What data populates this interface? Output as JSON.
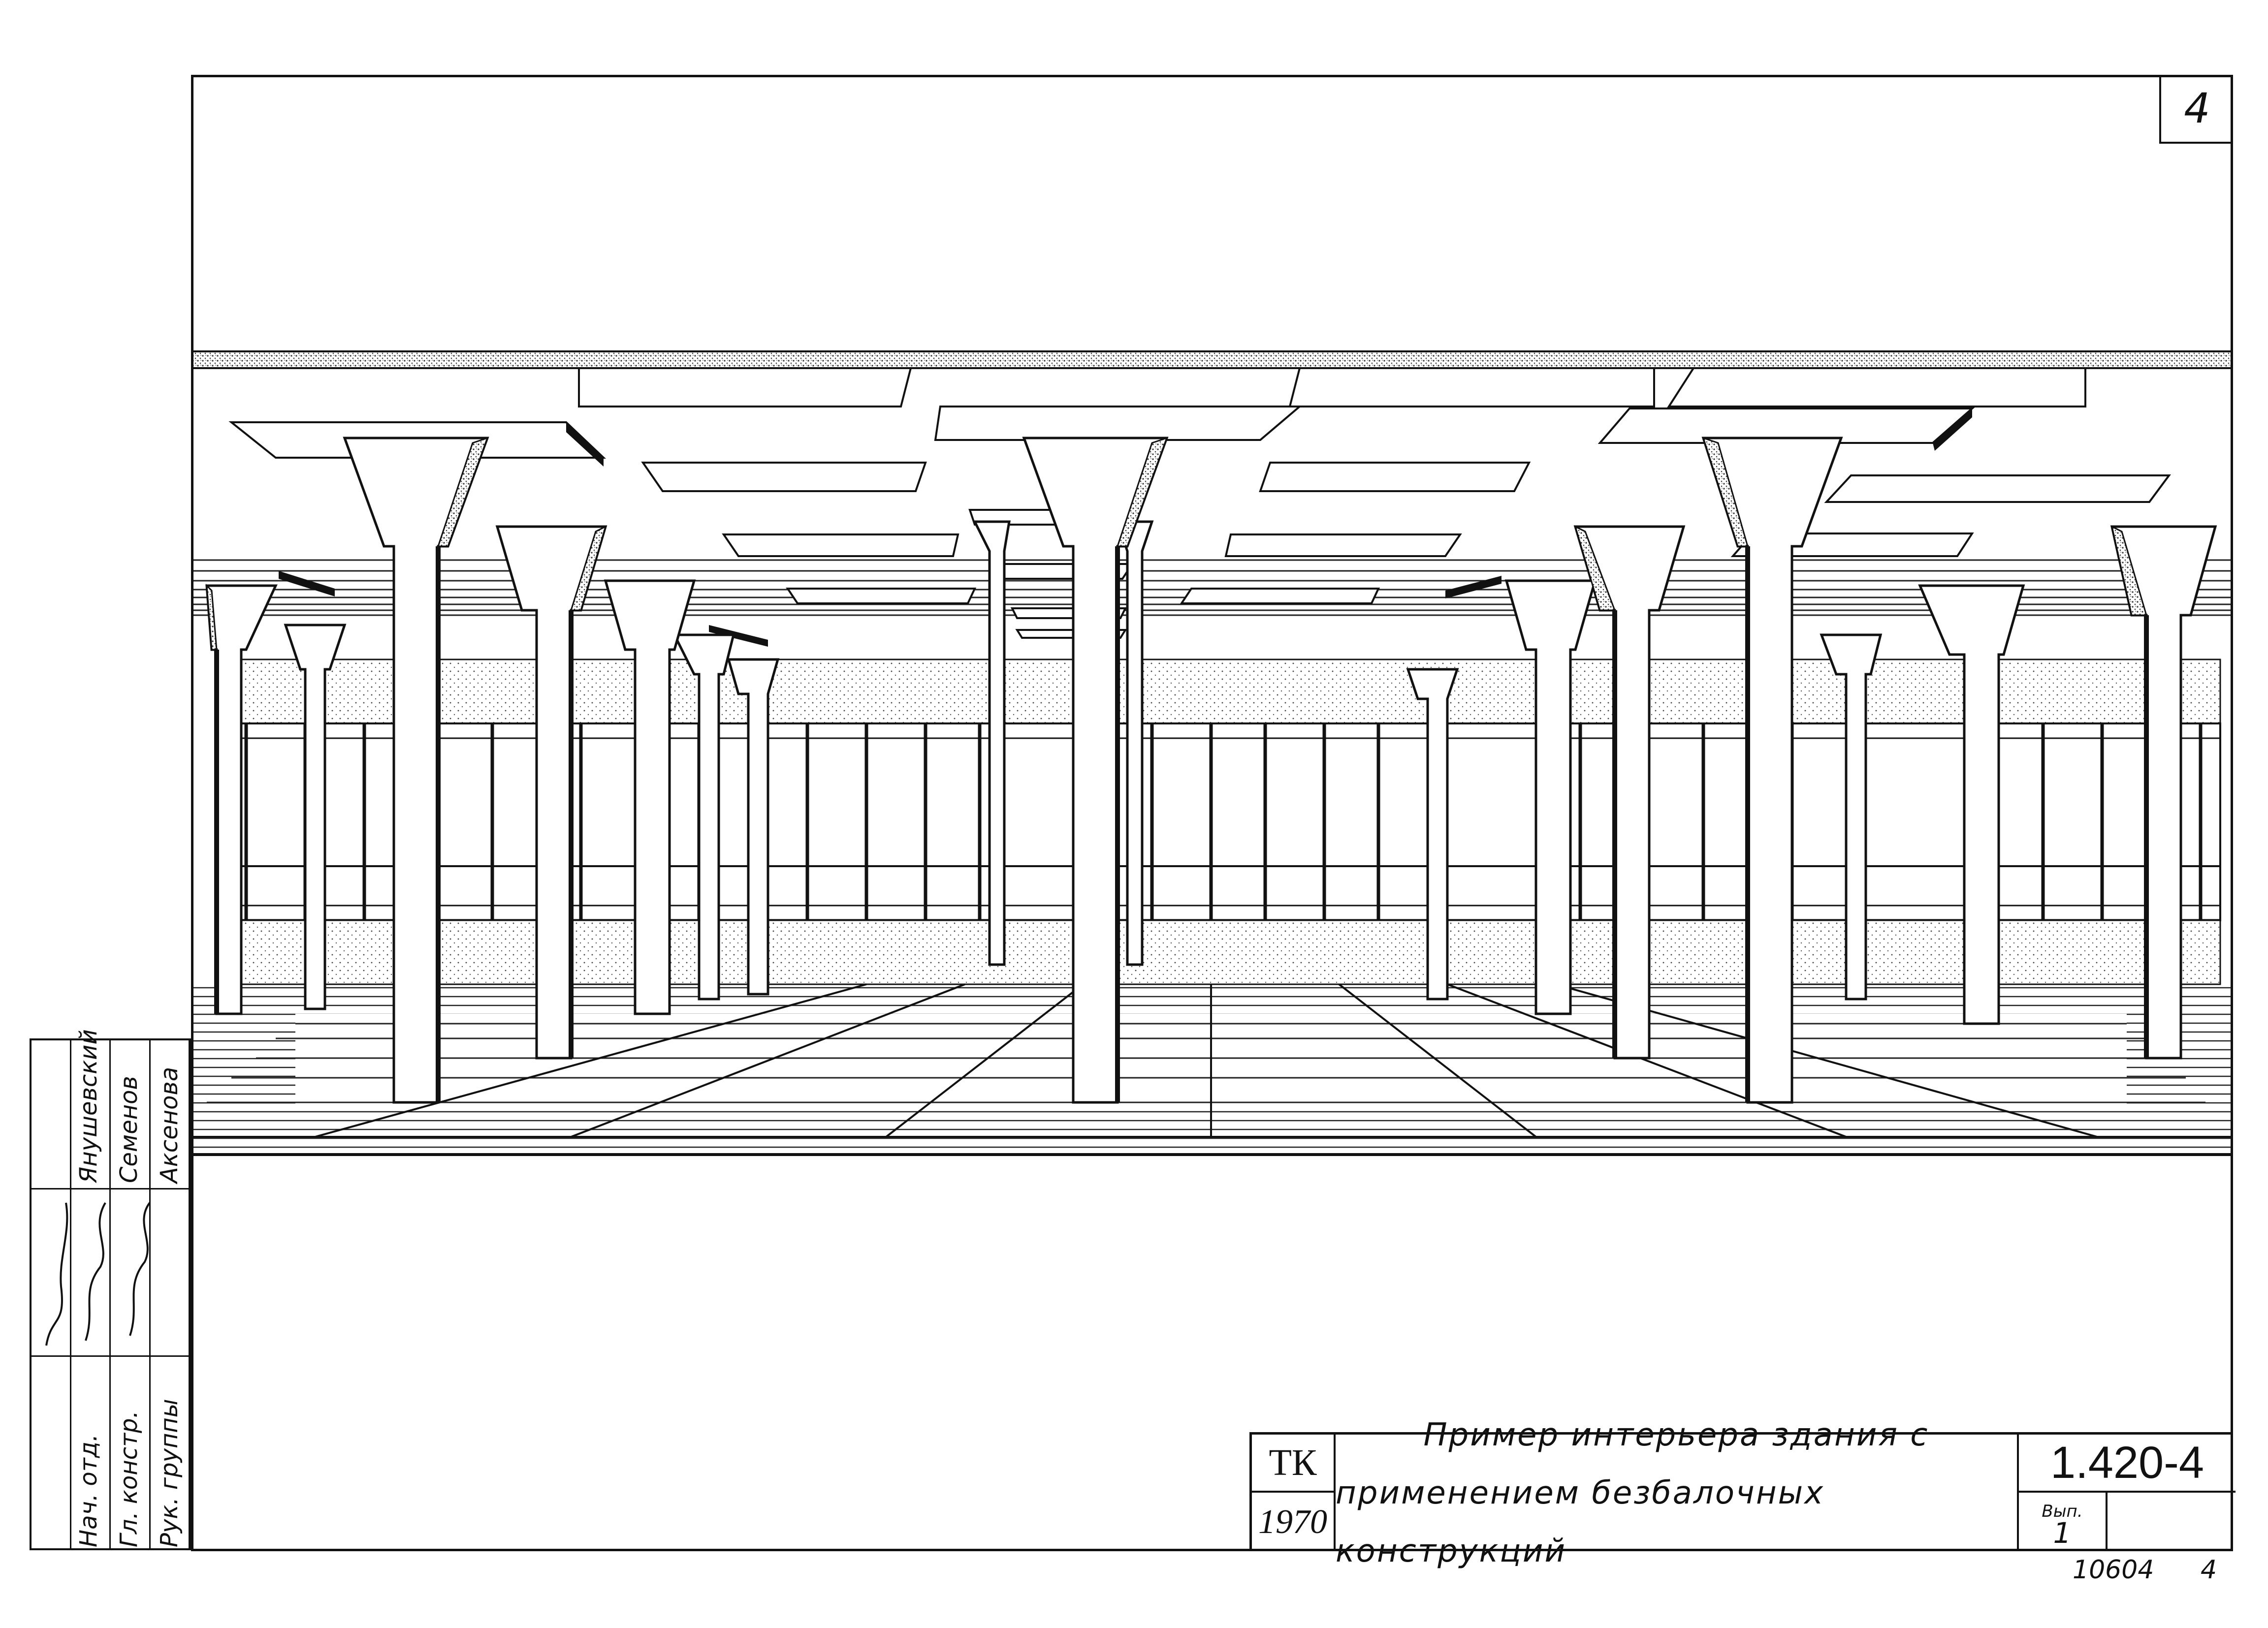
{
  "sheet": {
    "sheet_number": "4"
  },
  "title_block": {
    "org": "ТК",
    "year": "1970",
    "title_line_1": "Пример интерьера здания с",
    "title_line_2": "применением безбалочных конструкций",
    "code": "1.420-4",
    "issue_label": "Вып.",
    "issue_number": "1"
  },
  "side_stamp": {
    "roles": [
      "Нач. отд.",
      "Гл. констр.",
      "Рук. группы"
    ],
    "names": [
      "Янушевский",
      "Семенов",
      "Аксенова"
    ]
  },
  "footer": {
    "inventory_number": "10604",
    "sheet": "4"
  }
}
